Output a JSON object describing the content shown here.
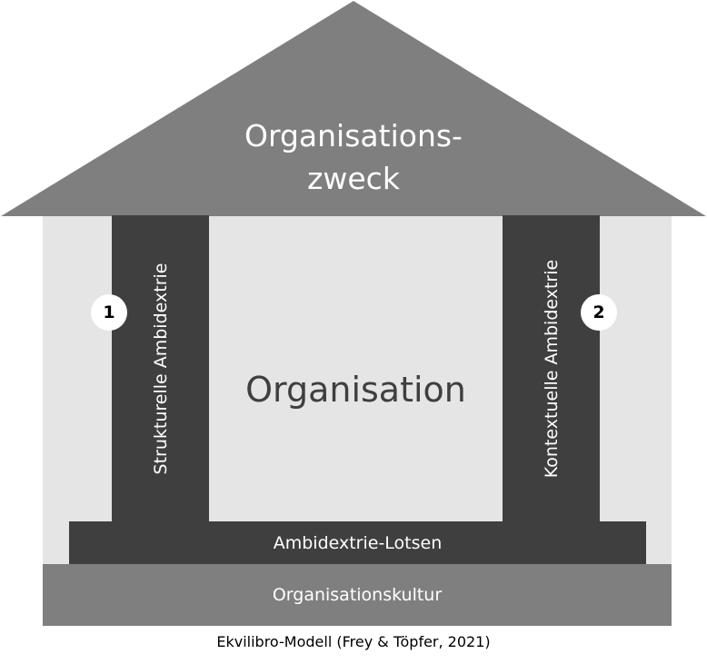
{
  "roof": {
    "line1": "Organisations-",
    "line2": "zweck"
  },
  "body": {
    "label": "Organisation"
  },
  "pillars": {
    "left": {
      "label": "Strukturelle Ambidextrie",
      "number": "1"
    },
    "right": {
      "label": "Kontextuelle Ambidextrie",
      "number": "2"
    }
  },
  "lotsen": {
    "label": "Ambidextrie-Lotsen"
  },
  "foundation": {
    "label": "Organisationskultur"
  },
  "caption": "Ekvilibro-Modell (Frey & Töpfer, 2021)",
  "colors": {
    "roof": "#7f7f7f",
    "body": "#e6e5e5",
    "pillar": "#3f3f3f",
    "foundation": "#7f7f7f",
    "badge": "#ffffff"
  }
}
